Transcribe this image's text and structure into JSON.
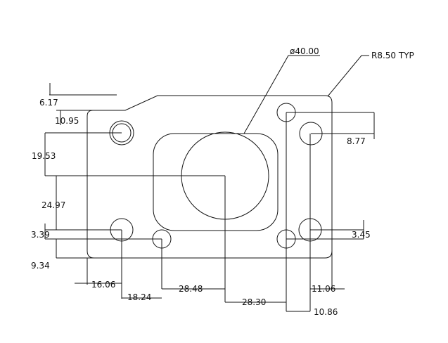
{
  "drawing": {
    "callouts": {
      "hole_diameter": "ø40.00",
      "corner_radius": "R8.50  TYP"
    },
    "dims": {
      "d_6_17": "6.17",
      "d_10_95": "10.95",
      "d_19_53": "19.53",
      "d_24_97": "24.97",
      "d_3_39": "3.39",
      "d_9_34": "9.34",
      "d_8_77": "8.77",
      "d_3_45": "3.45",
      "d_16_06": "16.06",
      "d_18_24": "18.24",
      "d_28_48": "28.48",
      "d_28_30": "28.30",
      "d_11_06": "11.06",
      "d_10_86": "10.86"
    }
  }
}
